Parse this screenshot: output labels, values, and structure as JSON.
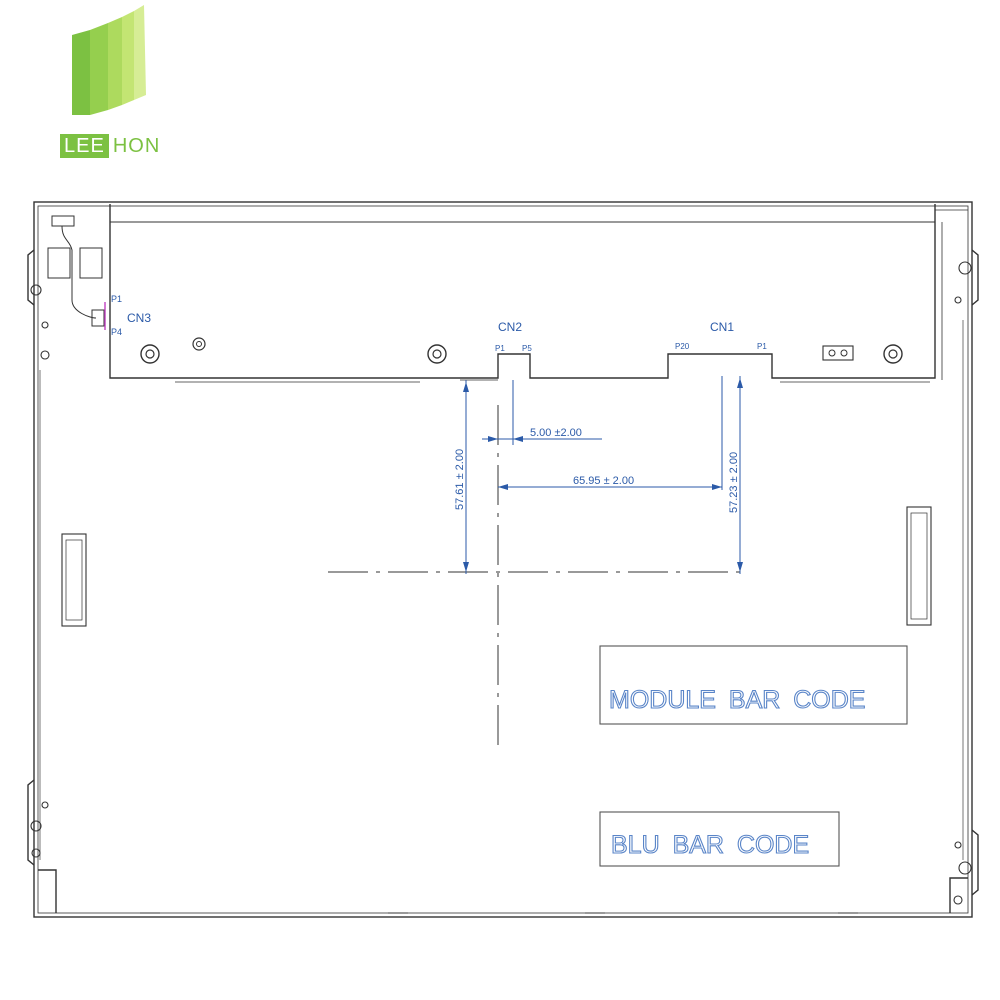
{
  "brand": {
    "logo_part1": "LEE",
    "logo_part2": "HON",
    "color": "#7cc142"
  },
  "connectors": {
    "cn3": {
      "label": "CN3",
      "pin_first": "P1",
      "pin_last": "P4"
    },
    "cn2": {
      "label": "CN2",
      "pin_first": "P1",
      "pin_last": "P5"
    },
    "cn1": {
      "label": "CN1",
      "pin_first": "P20",
      "pin_last": "P1"
    }
  },
  "dimensions": {
    "cn2_offset": "5.00 ±2.00",
    "cn1_horizontal": "65.95 ± 2.00",
    "cn2_vertical": "57.61 ± 2.00",
    "cn1_vertical": "57.23 ± 2.00",
    "color": "#2b5aa8"
  },
  "labels": {
    "module_bar_code": "MODULE BAR CODE",
    "blu_bar_code": "BLU BAR CODE",
    "label_color": "#5a85c8"
  }
}
